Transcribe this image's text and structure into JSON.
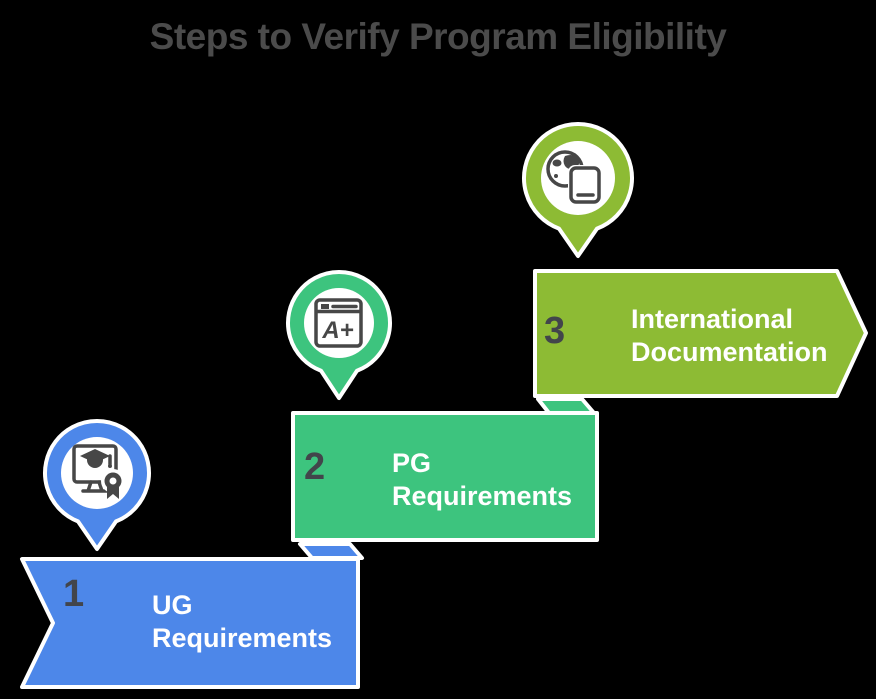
{
  "title": "Steps to Verify Program Eligibility",
  "background_color": "#000000",
  "title_color": "#4b4b4b",
  "number_color": "#42454b",
  "label_color": "#ffffff",
  "outline_color": "#ffffff",
  "icon_color": "#474747",
  "pin_inner_color": "#ffffff",
  "steps": [
    {
      "number": "1",
      "label": "UG Requirements",
      "color": "#4d87e9",
      "icon": "graduation-monitor-icon"
    },
    {
      "number": "2",
      "label": "PG Requirements",
      "color": "#3dc47e",
      "icon": "grade-a-plus-icon",
      "icon_text": "A+"
    },
    {
      "number": "3",
      "label": "International Documentation",
      "color": "#8dbb34",
      "icon": "globe-document-icon"
    }
  ]
}
